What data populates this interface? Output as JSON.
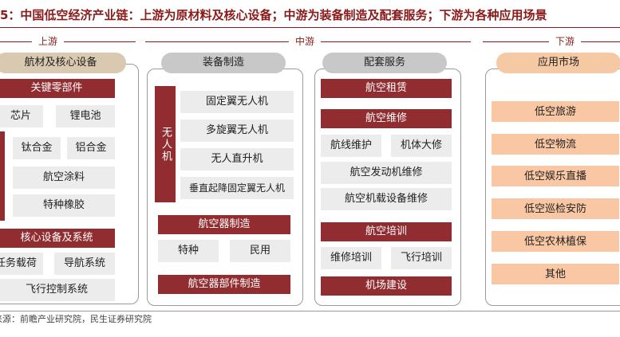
{
  "title": "5：中国低空经济产业链：上游为原材料及核心设备；中游为装备制造及配套服务；下游为各种应用场景",
  "stages": {
    "upstream": "上游",
    "midstream": "中游",
    "downstream": "下游"
  },
  "upstream": {
    "header": "航材及核心设备",
    "key_parts": "关键零部件",
    "chip": "芯片",
    "battery": "锂电池",
    "titanium": "钛合金",
    "aluminum": "铝合金",
    "coating": "航空涂料",
    "rubber": "特种橡胶",
    "core_systems": "核心设备及系统",
    "payload": "任务载荷",
    "navigation": "导航系统",
    "flight_control": "飞行控制系统"
  },
  "manufacturing": {
    "header": "装备制造",
    "drone_label": "无人机",
    "fixed_wing": "固定翼无人机",
    "multi_rotor": "多旋翼无人机",
    "helicopter": "无人直升机",
    "vtol": "垂直起降固定翼无人机",
    "aircraft_mfg": "航空器制造",
    "special": "特种",
    "civil": "民用",
    "parts_mfg": "航空器部件制造"
  },
  "services": {
    "header": "配套服务",
    "leasing": "航空租赁",
    "maintenance": "航空维修",
    "line_maint": "航线维护",
    "overhaul": "机体大修",
    "engine_maint": "航空发动机维修",
    "avionics_maint": "航空机载设备维修",
    "training": "航空培训",
    "maint_training": "维修培训",
    "flight_training": "飞行培训",
    "airport": "机场建设"
  },
  "downstream": {
    "header": "应用市场",
    "items": [
      "低空旅游",
      "低空物流",
      "低空娱乐直播",
      "低空巡检安防",
      "低空农林植保",
      "其他"
    ]
  },
  "source": "来源：前瞻产业研究院，民生证券研究院"
}
